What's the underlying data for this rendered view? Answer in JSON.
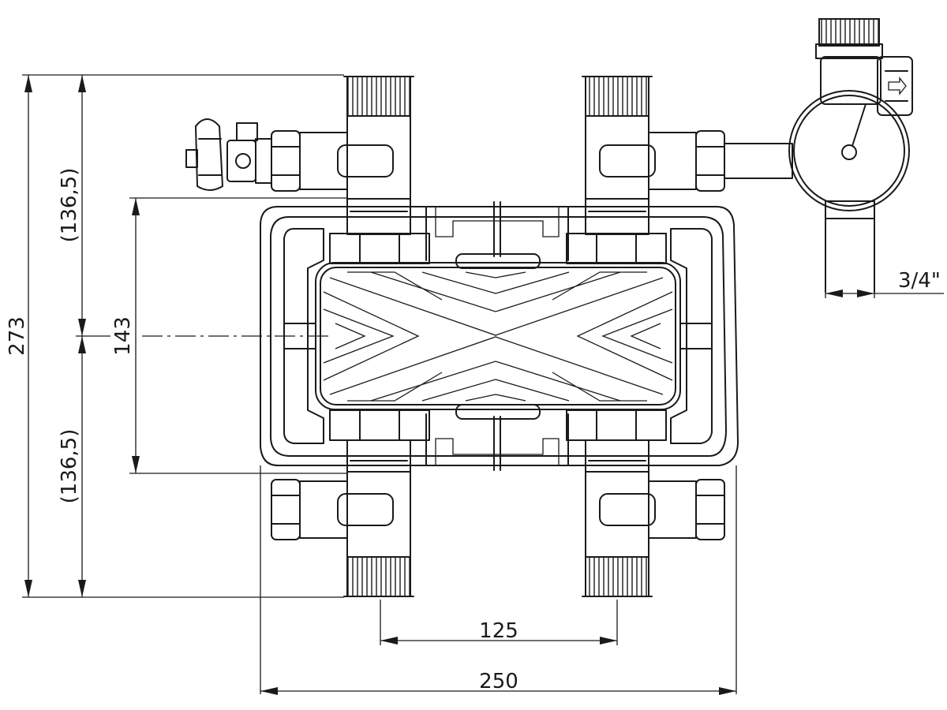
{
  "dimensions": {
    "overall_height": "273",
    "upper_half": "(136,5)",
    "lower_half": "(136,5)",
    "port_spacing_vertical": "143",
    "port_spacing_horizontal": "125",
    "overall_width": "250",
    "gauge_connection": "3/4\""
  }
}
